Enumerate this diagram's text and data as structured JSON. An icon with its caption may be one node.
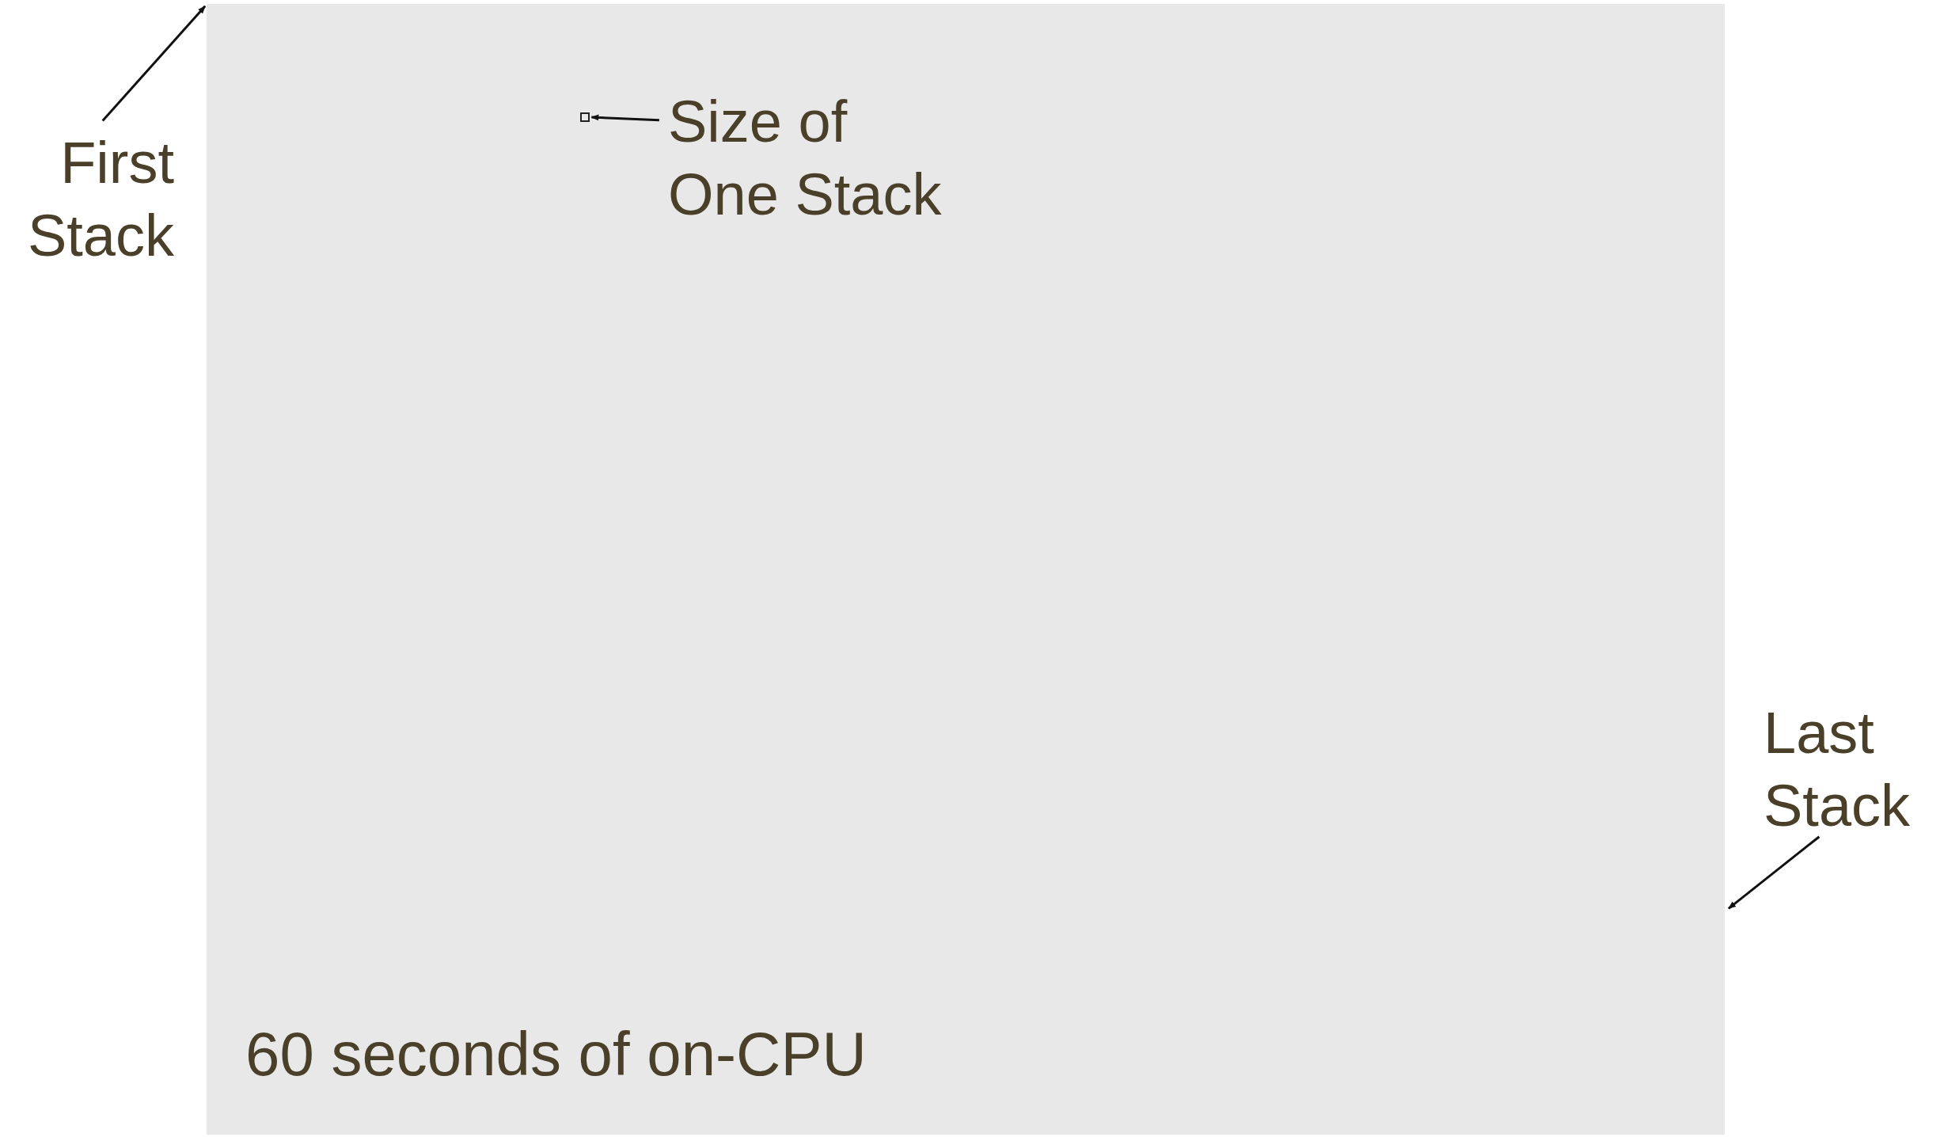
{
  "diagram": {
    "nodes": [
      {
        "text": [
          "60 seconds of on-CPU"
        ]
      },
      {
        "text": [],
        "shape": "box",
        "in": 0
      },
      {
        "text": [
          "First Stack"
        ]
      },
      {
        "text": [
          "Size of One Stack"
        ],
        "in": 0
      },
      {
        "text": [
          "Last Stack"
        ]
      }
    ],
    "edges": [
      {
        "from": 2,
        "to": 0,
        "arrow": "to"
      },
      {
        "from": 3,
        "to": 1,
        "arrow": "to"
      },
      {
        "from": 4,
        "to": 0,
        "arrow": "to"
      }
    ]
  }
}
